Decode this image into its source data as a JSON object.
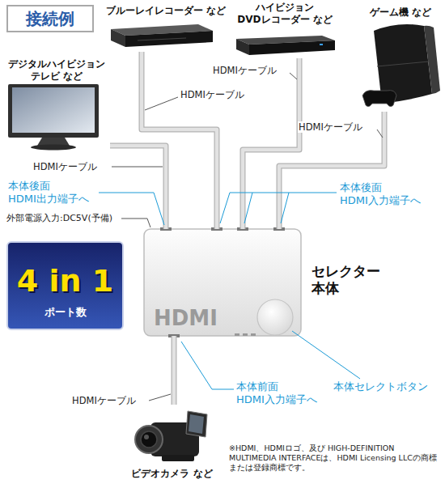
{
  "diagram": {
    "title": "接続例",
    "nodes": [
      {
        "text": [
          "ブルーレイレコーダー など"
        ]
      },
      {
        "text": [
          "ハイビジョン DVDレコーダー など"
        ]
      },
      {
        "text": [
          "ゲーム機 など"
        ]
      },
      {
        "text": [
          "デジタルハイビジョン テレビ など"
        ]
      },
      {
        "text": [
          "4 in 1",
          "ポート数"
        ]
      },
      {
        "text": [
          "セレクター 本体",
          "HDMI"
        ]
      },
      {
        "text": [
          "ビデオカメラ など"
        ]
      }
    ],
    "edges": [
      {
        "from": 3,
        "to": 5,
        "arrow": "none",
        "label": "HDMIケーブル"
      },
      {
        "from": 0,
        "to": 5,
        "arrow": "none",
        "label": "HDMIケーブル"
      },
      {
        "from": 1,
        "to": 5,
        "arrow": "none",
        "label": "HDMIケーブル"
      },
      {
        "from": 2,
        "to": 5,
        "arrow": "none",
        "label": "HDMIケーブル"
      },
      {
        "from": 6,
        "to": 5,
        "arrow": "none",
        "label": "HDMIケーブル"
      }
    ],
    "labels": [
      "本体後面 HDMI出力端子へ",
      "外部電源入力:DC5V(予備)",
      "本体後面 HDMI入力端子へ",
      "本体前面 HDMI入力端子へ",
      "本体セレクトボタン",
      "※HDMI、HDMIロゴ、及び HIGH-DEFINITION MULTIMEDIA INTERFACEは、HDMI Licensing LLCの商標または登録商標です。"
    ]
  }
}
